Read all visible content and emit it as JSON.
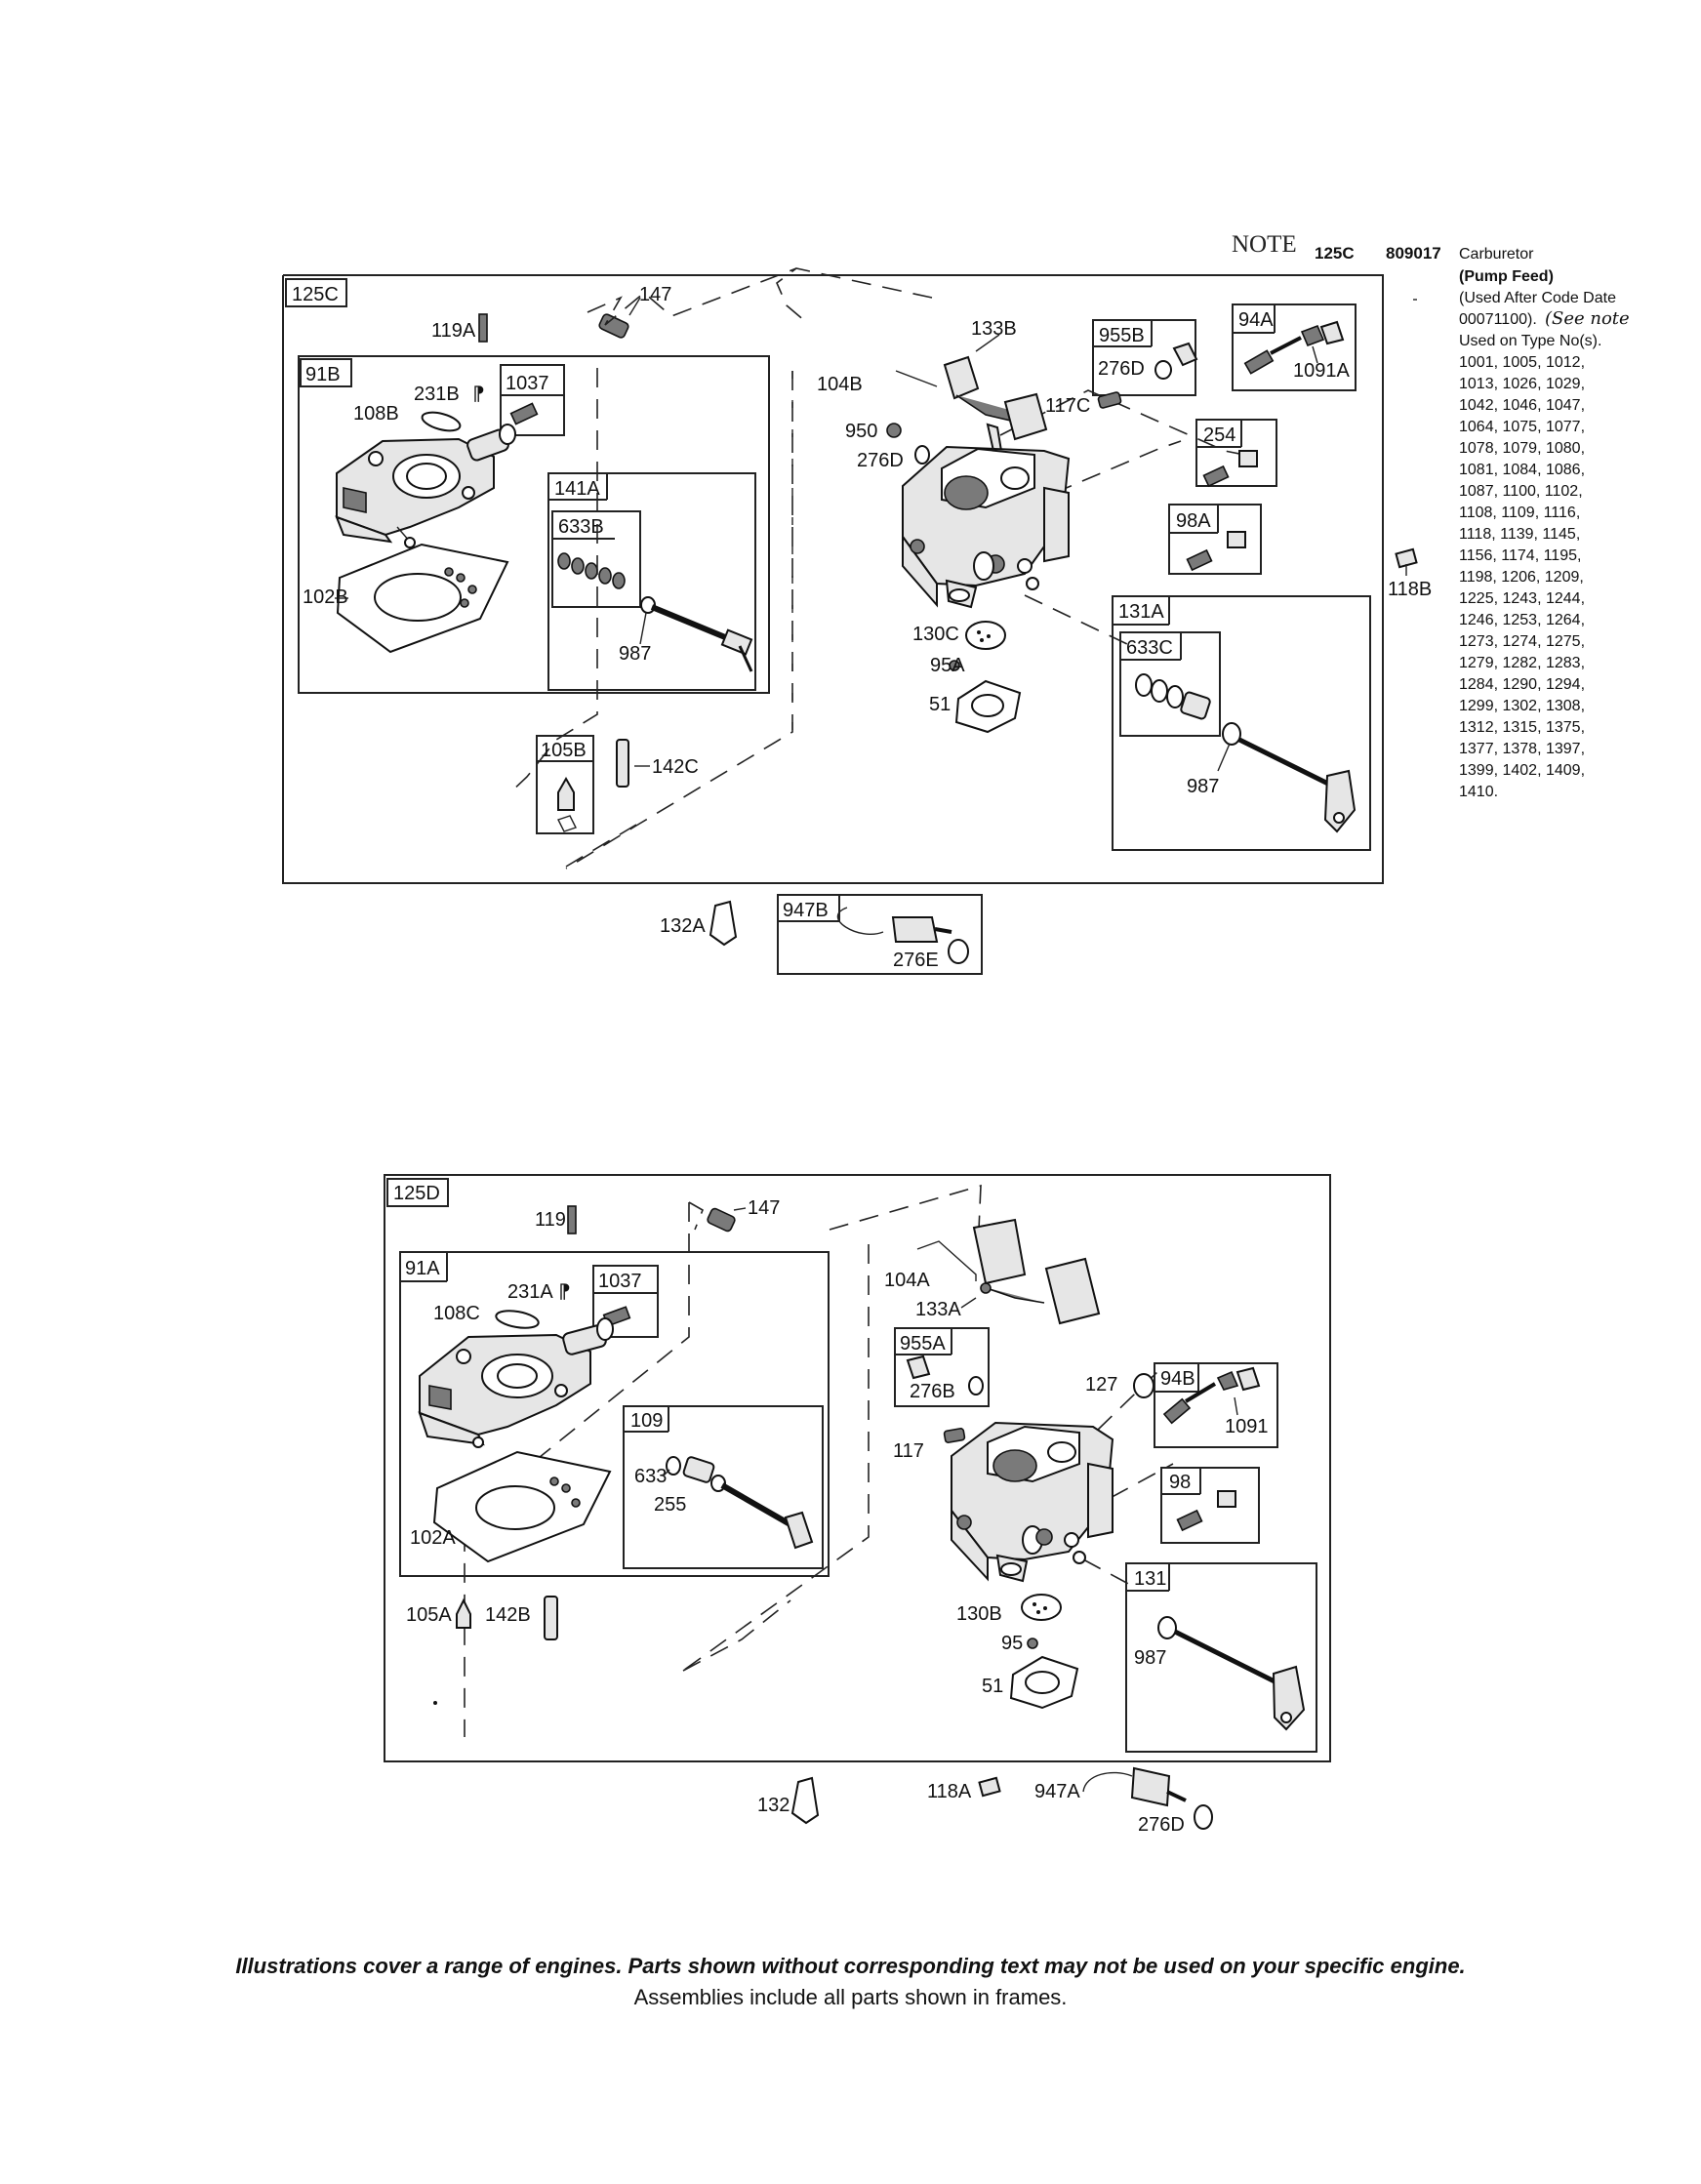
{
  "note": {
    "label": "NOTE",
    "ref": "125C",
    "part_no": "809017",
    "lines": [
      "Carburetor",
      "(Pump Feed)",
      "(Used After Code Date",
      "Used on Type No(s)."
    ],
    "code_line": "00071100).",
    "handwritten": "(See note",
    "type_numbers": [
      "1001, 1005, 1012,",
      "1013, 1026, 1029,",
      "1042, 1046, 1047,",
      "1064, 1075, 1077,",
      "1078, 1079, 1080,",
      "1081, 1084, 1086,",
      "1087, 1100, 1102,",
      "1108, 1109, 1116,",
      "1118, 1139, 1145,",
      "1156, 1174, 1195,",
      "1198, 1206, 1209,",
      "1225, 1243, 1244,",
      "1246, 1253, 1264,",
      "1273, 1274, 1275,",
      "1279, 1282, 1283,",
      "1284, 1290, 1294,",
      "1299, 1302, 1308,",
      "1312, 1315, 1375,",
      "1377, 1378, 1397,",
      "1399, 1402, 1409,",
      "1410."
    ]
  },
  "top": {
    "frames": {
      "main": "125C",
      "bowl": "91B",
      "f1037": "1037",
      "f141": "141A",
      "f633": "633B",
      "f955": "955B",
      "f94": "94A",
      "f254": "254",
      "f98": "98A",
      "f131": "131A",
      "f633c": "633C",
      "f105": "105B",
      "f947": "947B"
    },
    "labels": {
      "p147": "147",
      "p119": "119A",
      "p231": "231B",
      "p108": "108B",
      "p102": "102B",
      "p987a": "987",
      "p104": "104B",
      "p133": "133B",
      "p276d": "276D",
      "p117": "117C",
      "p1091": "1091A",
      "p950": "950",
      "p276d2": "276D",
      "p130": "130C",
      "p95": "95A",
      "p51": "51",
      "p987b": "987",
      "p118": "118B",
      "p142": "142C",
      "p132": "132A",
      "p276e": "276E"
    }
  },
  "bottom": {
    "frames": {
      "main": "125D",
      "bowl": "91A",
      "f1037": "1037",
      "f109": "109",
      "f955": "955A",
      "f94": "94B",
      "f98": "98",
      "f131": "131"
    },
    "labels": {
      "p119": "119",
      "p147": "147",
      "p231": "231A",
      "p108": "108C",
      "p102": "102A",
      "p633": "633",
      "p255": "255",
      "p104": "104A",
      "p133": "133A",
      "p276b": "276B",
      "p127": "127",
      "p1091": "1091",
      "p117": "117",
      "p130": "130B",
      "p95": "95",
      "p51": "51",
      "p987": "987",
      "p105": "105A",
      "p142": "142B",
      "p132": "132",
      "p118": "118A",
      "p947": "947A",
      "p276d": "276D"
    }
  },
  "footer": {
    "line1": "Illustrations cover a range of engines. Parts shown without corresponding text may not be used on your specific engine.",
    "line2": "Assemblies include all parts shown in frames."
  }
}
